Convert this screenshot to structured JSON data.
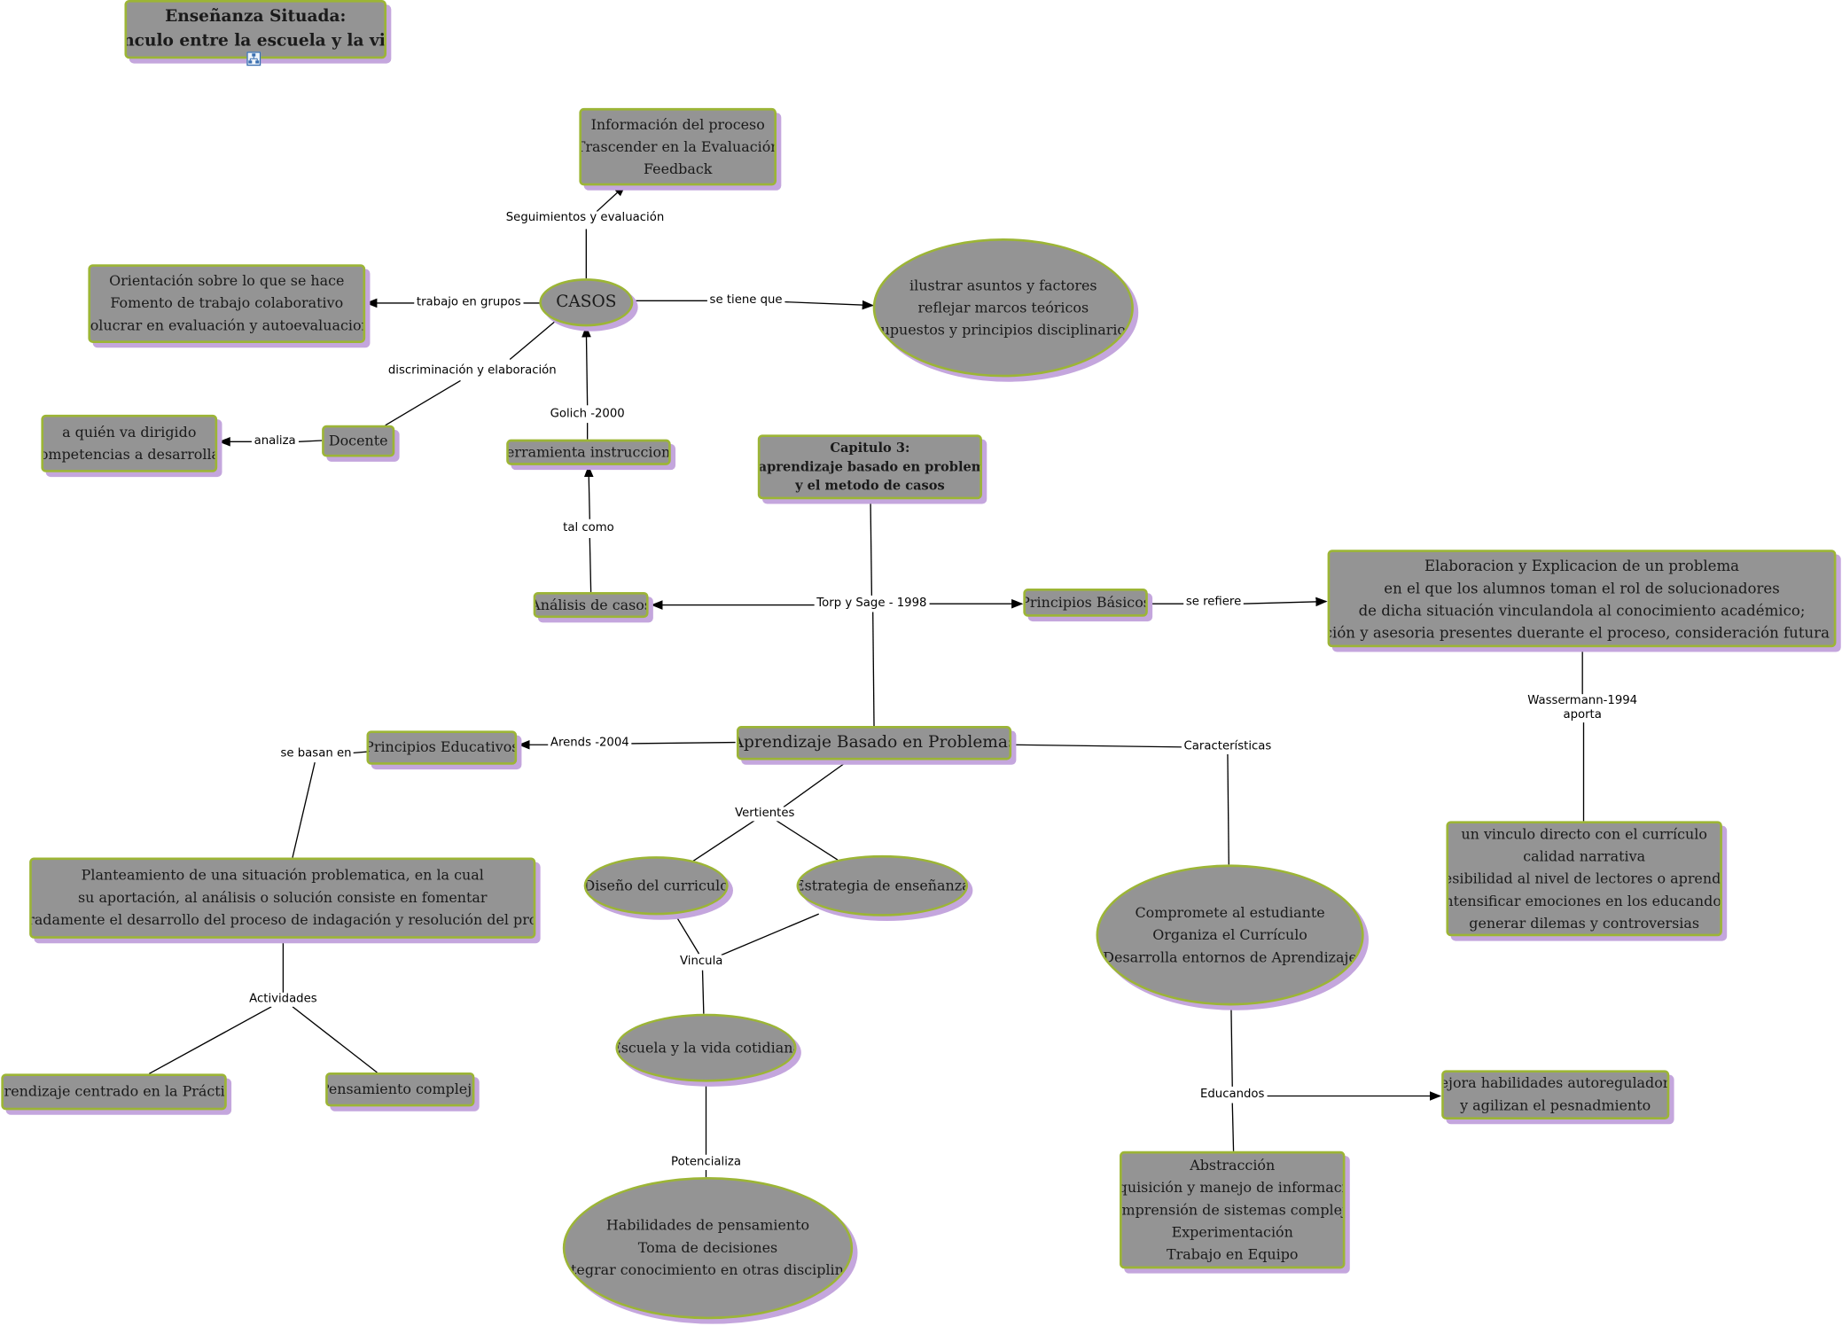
{
  "title": {
    "line1": "Enseñanza Situada:",
    "line2": "Vínculo entre la escuela y la vida"
  },
  "icon": "concept-map-icon",
  "colors": {
    "node_fill": "#949494",
    "node_border": "#9cb536",
    "node_shadow": "#c4a6dd",
    "line": "#000000"
  },
  "nodes": {
    "info": [
      "Información del proceso",
      "Trascender  en la Evaluación",
      "Feedback"
    ],
    "orientacion": [
      "Orientación sobre lo que se hace",
      "Fomento de trabajo colaborativo",
      "Involucrar en evaluación y autoevaluaciones"
    ],
    "casos": "CASOS",
    "ilustrar": [
      "ilustrar asuntos y factores",
      "reflejar marcos teóricos",
      "supuestos y principios disciplinarios"
    ],
    "quien": [
      "a quién va dirigido",
      "competencias a desarrollar"
    ],
    "docente": "Docente",
    "herramienta": "Herramienta instruccional",
    "capitulo": [
      "Capitulo 3:",
      "El aprendizaje basado en problemas",
      "y el metodo de casos"
    ],
    "analisis": "Análisis de casos",
    "principios_basicos": "Principios Básicos",
    "elaboracion": [
      "Elaboracion y Explicacion de un problema",
      "en el que los alumnos toman el rol de solucionadores",
      "de dicha situación vinculandola al conocimiento académico;",
      "evaluación y asesoria presentes duerante el proceso, consideración futura de ABP"
    ],
    "principios_educativos": "Principios Educativos",
    "abp": "Aprendizaje Basado en Problemas",
    "planteamiento": [
      "Planteamiento de una situación problematica, en la cual",
      "su aportación, al análisis o solución consiste en fomentar",
      "deliberadamente el desarrollo del proceso de indagación y resolución del problema"
    ],
    "diseno": "Diseño del curriculo",
    "estrategia": "Estrategia de enseñanza",
    "compromete": [
      "Compromete al estudiante",
      "Organiza el Currículo",
      "Desarrolla entornos de Aprendizaje"
    ],
    "vinculo": [
      "un vinculo directo con el currículo",
      "calidad narrativa",
      "accesibilidad al nivel de lectores o aprendices",
      "intensificar emociones en los educandos",
      "generar dilemas y controversias"
    ],
    "aprendizaje_practica": "aprendizaje centrado en la Práctica",
    "pensamiento": "Pensamiento complejo",
    "escuela": "Escuela y la vida cotidiana",
    "mejora": [
      "Mejora habilidades autoreguladoras",
      "y agilizan el pesnadmiento"
    ],
    "abstraccion": [
      "Abstracción",
      "adquisición y manejo de información",
      "Comprensión de sistemas complejos",
      "Experimentación",
      "Trabajo en Equipo"
    ],
    "habilidades": [
      "Habilidades de pensamiento",
      "Toma de decisiones",
      "Integrar conocimiento en otras disciplinas"
    ]
  },
  "labels": {
    "seguimientos": "Seguimientos y evaluación",
    "trabajo": "trabajo en grupos",
    "se_tiene": "se tiene que",
    "discriminacion": "discriminación y elaboración",
    "golich": "Golich -2000",
    "analiza": "analiza",
    "tal_como": "tal como",
    "torp": "Torp y Sage - 1998",
    "se_refiere": "se refiere",
    "wassermann": [
      "Wassermann-1994",
      "aporta"
    ],
    "se_basan": "se basan en",
    "arends": "Arends -2004",
    "caracteristicas": "Características",
    "vertientes": "Vertientes",
    "vincula": "Vincula",
    "actividades": "Actividades",
    "educandos": "Educandos",
    "potencializa": "Potencializa"
  }
}
